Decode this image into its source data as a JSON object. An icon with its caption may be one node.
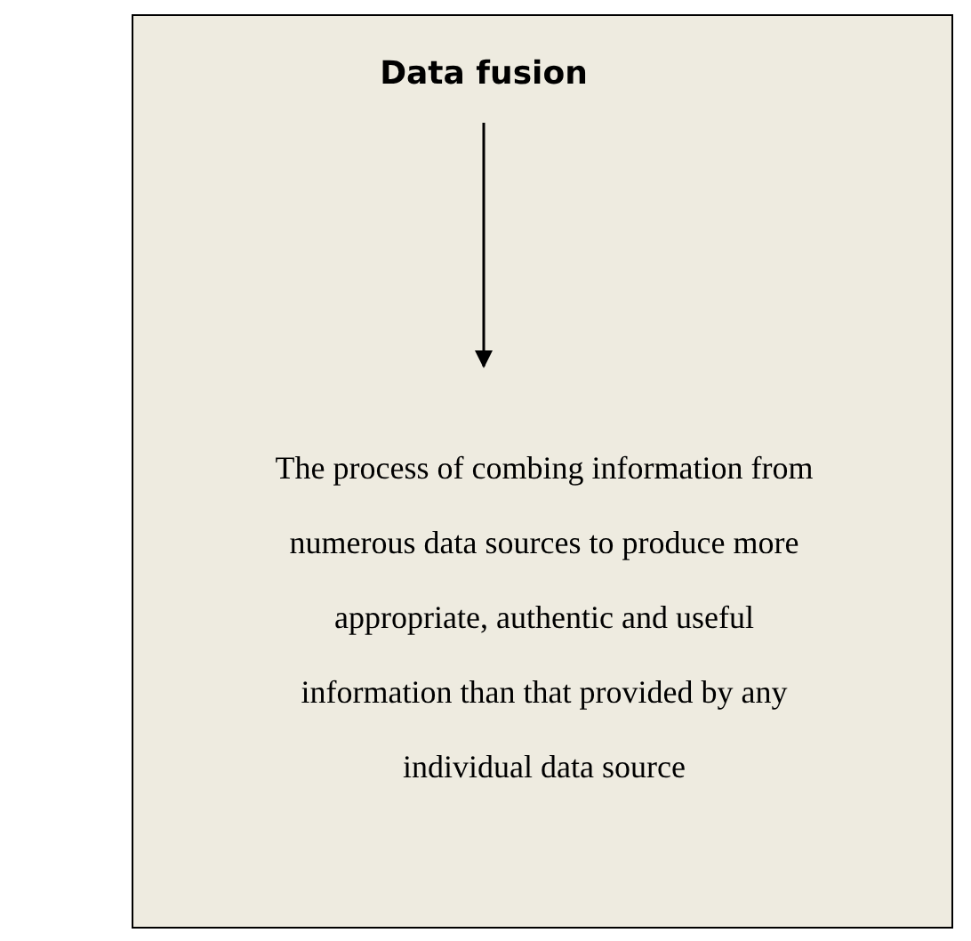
{
  "diagram": {
    "nodes": [
      {
        "text": [],
        "shape": "box"
      },
      {
        "text": [
          "Data fusion"
        ],
        "in": 0
      },
      {
        "text": [
          "The process of combing information from numerous data sources to produce more appropriate, authentic and useful information than that provided by any individual data source"
        ],
        "in": 0
      }
    ],
    "edges": [
      {
        "from": 1,
        "to": 2,
        "arrow": "to"
      }
    ]
  }
}
